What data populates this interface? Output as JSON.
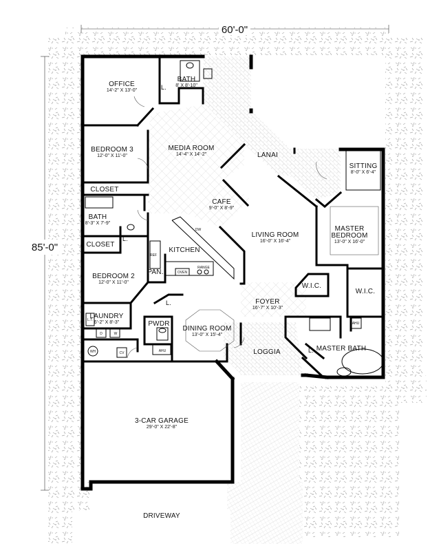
{
  "overall": {
    "width": "60'-0\"",
    "depth": "85'-0\""
  },
  "rooms": {
    "office": {
      "name": "OFFICE",
      "dim": "14'-2\" X 13'-0\""
    },
    "bath1": {
      "name": "BATH",
      "dim": "8' X 8'-10\""
    },
    "media_room": {
      "name": "MEDIA ROOM",
      "dim": "14'-4\" X 14'-2\""
    },
    "lanai": {
      "name": "LANAI"
    },
    "sitting": {
      "name": "SITTING",
      "dim": "8'-0\" X 6'-4\""
    },
    "bedroom3": {
      "name": "BEDROOM 3",
      "dim": "12'-0\" X 11'-0\""
    },
    "closet1": {
      "name": "CLOSET"
    },
    "cafe": {
      "name": "CAFE",
      "dim": "9'-0\" X 8'-9\""
    },
    "bath2": {
      "name": "BATH",
      "dim": "8'-3\" X 7'-9\""
    },
    "master_bedroom": {
      "name": "MASTER",
      "name2": "BEDROOM",
      "dim": "13'-0\" X 16'-0\""
    },
    "living_room": {
      "name": "LIVING ROOM",
      "dim": "16'-0\" X 16'-4\""
    },
    "closet2": {
      "name": "CLOSET"
    },
    "kitchen": {
      "name": "KITCHEN"
    },
    "pantry": {
      "name": "PAN."
    },
    "bedroom2": {
      "name": "BEDROOM 2",
      "dim": "12'-0\" X 11'-0\""
    },
    "wic1": {
      "name": "W.I.C."
    },
    "wic2": {
      "name": "W.I.C."
    },
    "foyer": {
      "name": "FOYER",
      "dim": "16'-7\" X 10'-3\""
    },
    "laundry": {
      "name": "LAUNDRY",
      "dim": "6'-2\" X 8'-3\""
    },
    "powder": {
      "name": "PWDR"
    },
    "dining_room": {
      "name": "DINING ROOM",
      "dim": "13'-0\" X 15'-4\""
    },
    "loggia": {
      "name": "LOGGIA"
    },
    "master_bath": {
      "name": "MASTER BATH"
    },
    "garage": {
      "name": "3-CAR GARAGE",
      "dim": "29'-0\" X 22'-8\""
    },
    "driveway": {
      "name": "DRIVEWAY"
    }
  },
  "fixtures": {
    "linen": "L.",
    "dw": "DW",
    "ref": "REF",
    "range": "RANGE",
    "oven": "OVEN",
    "ahu": "AHU",
    "washer": "W",
    "dryer": "D",
    "water_heater": "WH",
    "cv": "CV",
    "laundry_tub": "L.T."
  }
}
